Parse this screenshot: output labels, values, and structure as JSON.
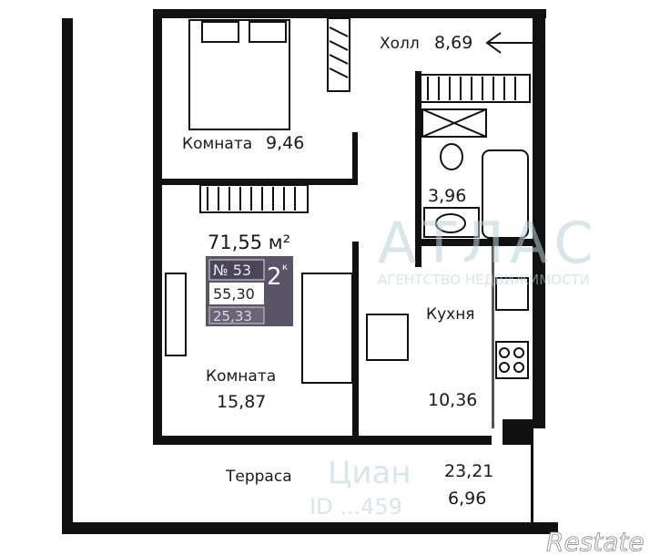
{
  "rooms": {
    "hall": {
      "label": "Холл",
      "area": "8,69"
    },
    "bedroom": {
      "label": "Комната",
      "area": "9,46"
    },
    "bathroom": {
      "area": "3,96"
    },
    "living_room": {
      "label": "Комната",
      "area": "15,87"
    },
    "kitchen": {
      "label": "Кухня",
      "area": "10,36"
    },
    "terrace": {
      "label": "Терраса",
      "area_total": "23,21",
      "area_reduced": "6,96"
    }
  },
  "apartment_card": {
    "total_area": "71,55 м²",
    "number": "№ 53",
    "rooms": "2",
    "rooms_suffix": "к",
    "living_area": "55,30",
    "other_area": "25,33"
  },
  "watermarks": {
    "agency_logo": "АТЛАС",
    "agency_tagline": "АГЕНТСТВО НЕДВИЖИМОСТИ",
    "cian_logo": "Циан",
    "cian_id": "ID ...459",
    "restate_logo": "Restate"
  },
  "colors": {
    "wall": "#111111",
    "card": "#5a5566",
    "background": "#ffffff",
    "watermark": "#b9d3d8"
  }
}
